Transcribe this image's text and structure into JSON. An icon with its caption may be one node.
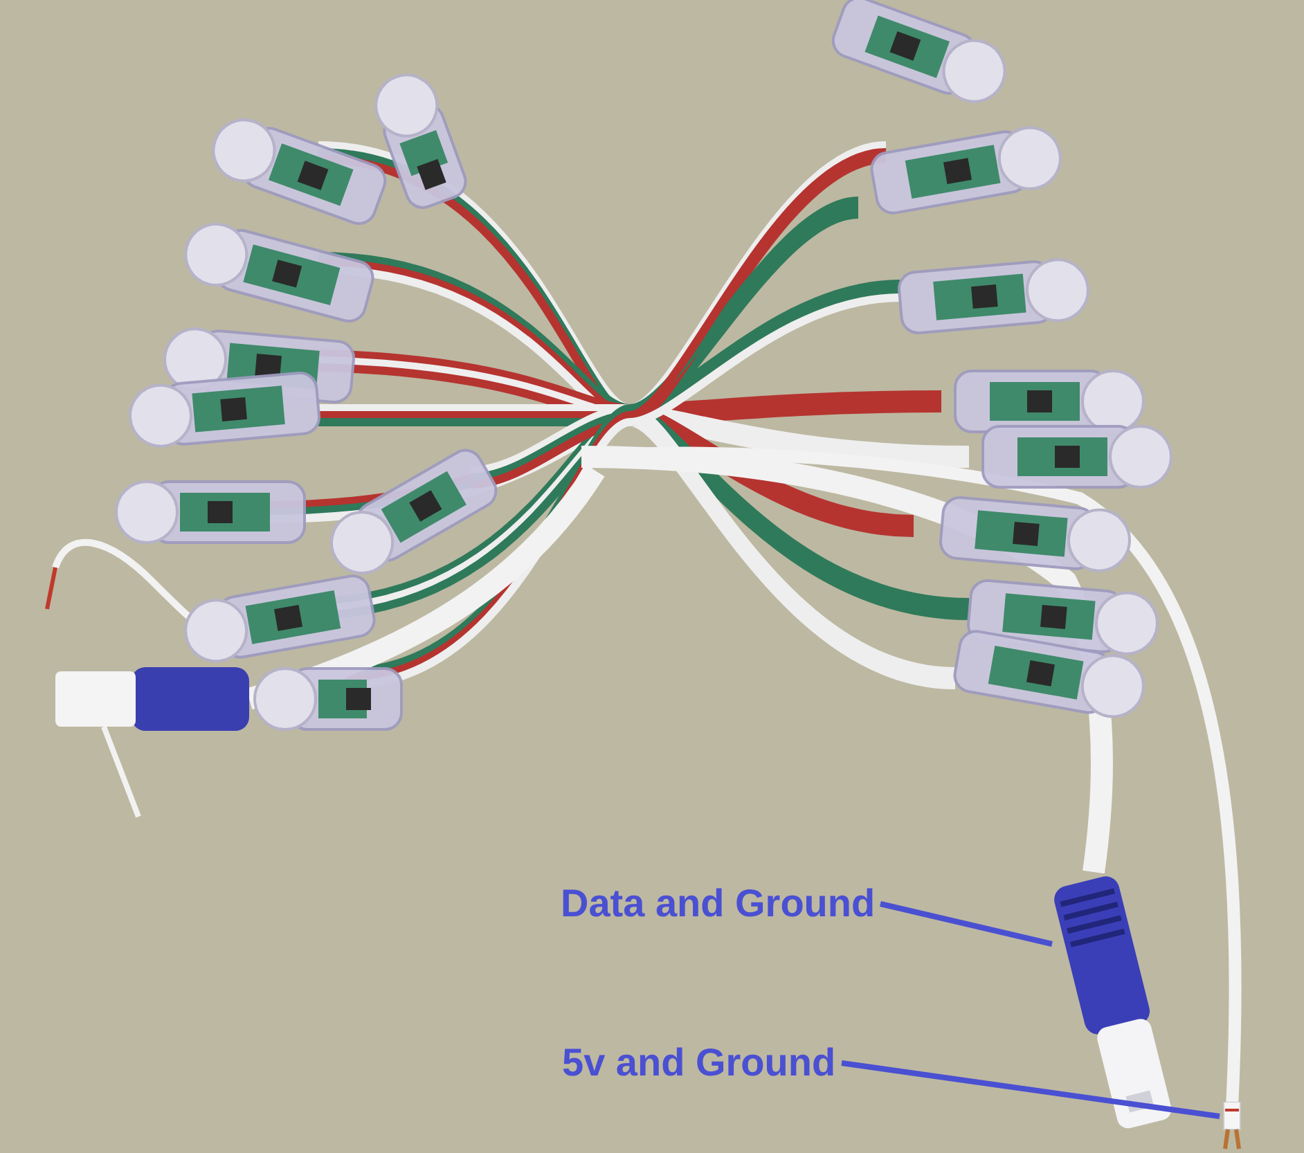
{
  "diagram": {
    "nodes": [
      {
        "text": [
          "Data and Ground"
        ]
      },
      {
        "text": [],
        "shape": "picture"
      },
      {
        "text": [
          "5v and Ground"
        ]
      },
      {
        "text": [],
        "shape": "picture"
      }
    ],
    "edges": [
      {
        "from": 0,
        "to": 1,
        "arrow": "none"
      },
      {
        "from": 2,
        "to": 3,
        "arrow": "none"
      }
    ]
  }
}
